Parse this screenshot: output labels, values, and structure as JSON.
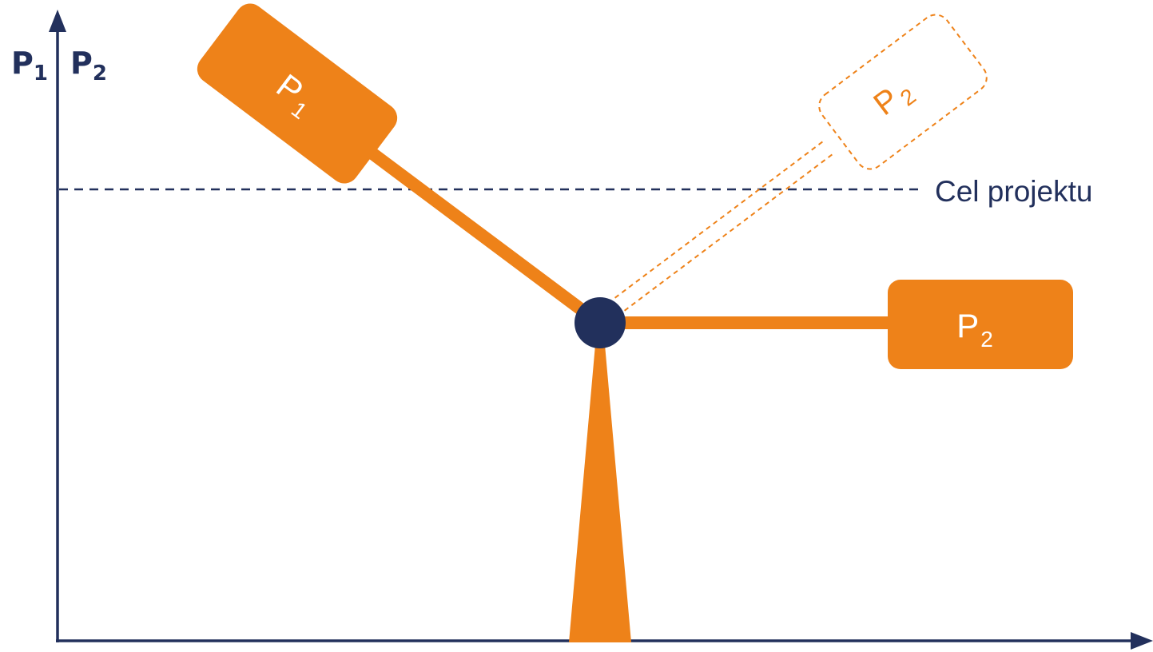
{
  "colors": {
    "navy": "#22305c",
    "orange": "#ee8219",
    "white": "#ffffff"
  },
  "y_axis_label": {
    "left": {
      "main": "P",
      "sub": "1"
    },
    "right": {
      "main": "P",
      "sub": "2"
    }
  },
  "target_line": {
    "label": "Cel projektu"
  },
  "arms": {
    "p1": {
      "main": "P",
      "sub": "1"
    },
    "p2_horizontal": {
      "main": "P",
      "sub": "2"
    },
    "p2_raised_dashed": {
      "main": "P",
      "sub": "2"
    }
  },
  "icons": [
    "y-axis-arrow-icon",
    "x-axis-arrow-icon",
    "pivot-icon"
  ]
}
